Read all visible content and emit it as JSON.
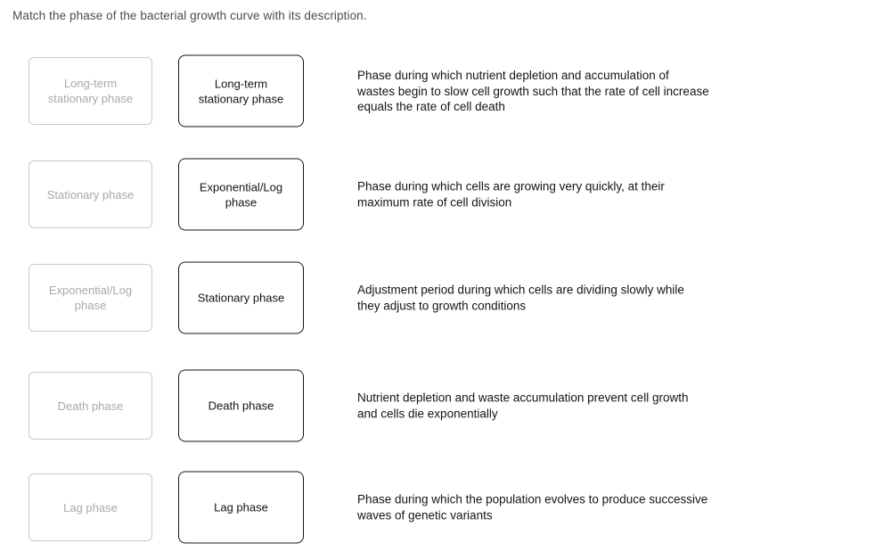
{
  "title": "Match the phase of the bacterial growth curve with its description.",
  "colors": {
    "source_border": "#c9c9c9",
    "source_text": "#a9a9a9",
    "answer_border": "#141414",
    "answer_text": "#141414",
    "description_text": "#141414",
    "title_text": "#4c4c4c",
    "background": "#ffffff"
  },
  "rows": [
    {
      "source_label": "Long-term stationary phase",
      "answer_label": "Long-term stationary phase",
      "description": "Phase during which nutrient depletion and accumulation of wastes begin to slow cell growth such that the rate of cell increase equals the rate of cell death"
    },
    {
      "source_label": "Stationary phase",
      "answer_label": "Exponential/Log phase",
      "description": "Phase during which cells are growing very quickly, at their maximum rate of cell division"
    },
    {
      "source_label": "Exponential/Log phase",
      "answer_label": "Stationary phase",
      "description": "Adjustment period during which cells are dividing slowly while they adjust to growth conditions"
    },
    {
      "source_label": "Death phase",
      "answer_label": "Death phase",
      "description": "Nutrient depletion and waste accumulation prevent cell growth and cells die exponentially"
    },
    {
      "source_label": "Lag phase",
      "answer_label": "Lag phase",
      "description": "Phase during which the population evolves to produce successive waves of genetic variants"
    }
  ]
}
